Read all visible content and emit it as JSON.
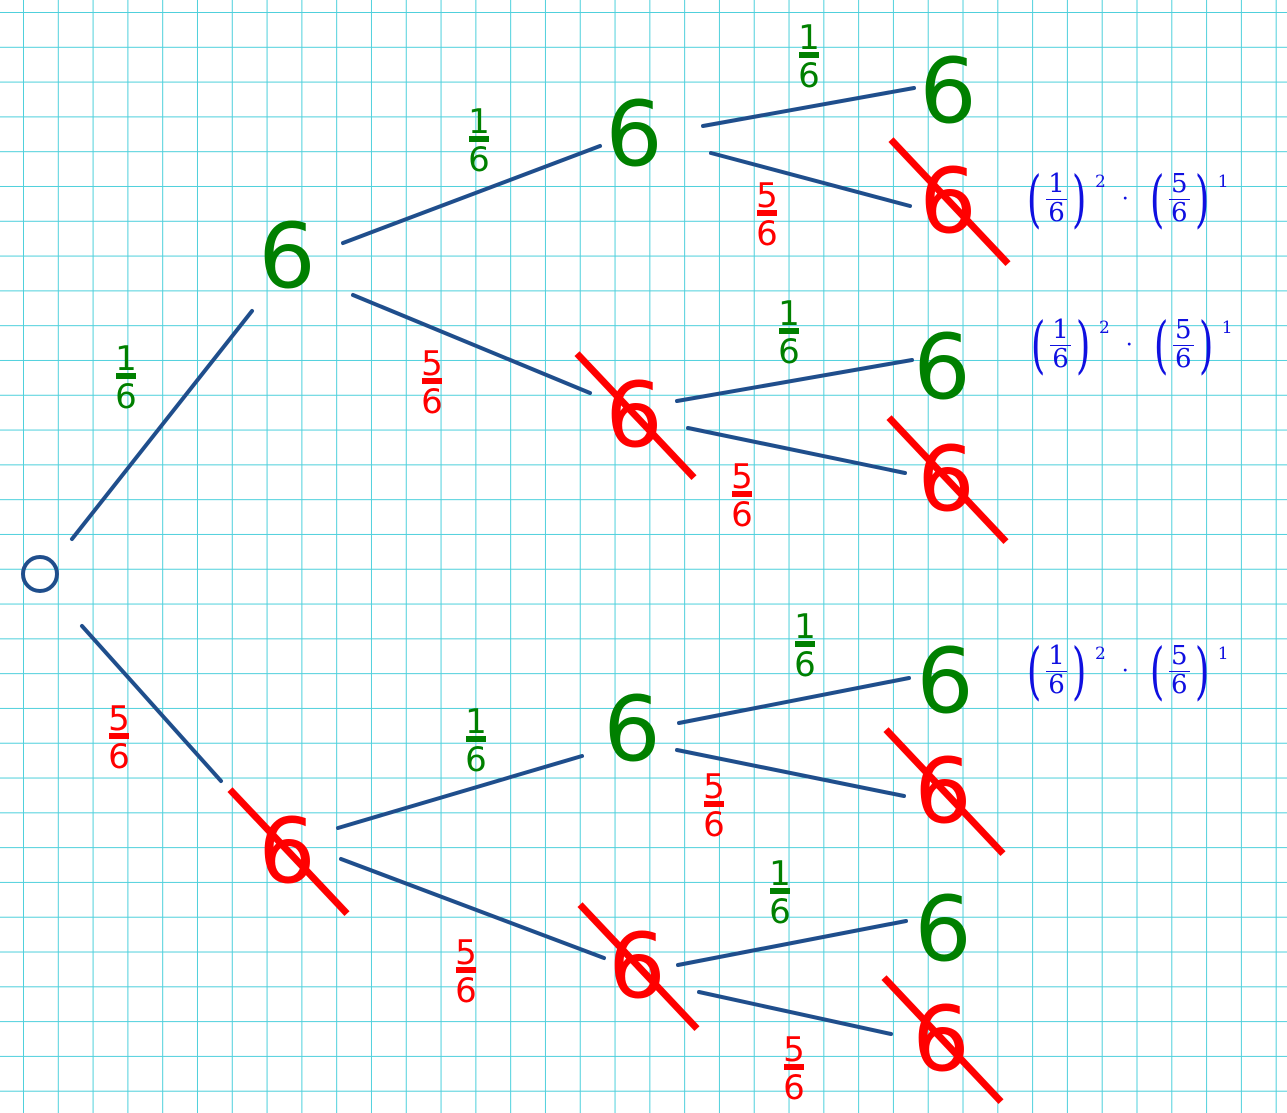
{
  "colors": {
    "success": "#008000",
    "failure": "#ff0000",
    "branch": "#1f4e8c",
    "root": "#1f4e8c",
    "formula": "#1010e0",
    "grid": "#4fd0dc"
  },
  "symbols": {
    "six": "6",
    "success_probability": {
      "numerator": "1",
      "denominator": "6"
    },
    "failure_probability": {
      "numerator": "5",
      "denominator": "6"
    }
  },
  "formulas": [
    {
      "base1": {
        "numerator": "1",
        "denominator": "6"
      },
      "exponent1": "2",
      "operator": "·",
      "base2": {
        "numerator": "5",
        "denominator": "6"
      },
      "exponent2": "1"
    },
    {
      "base1": {
        "numerator": "1",
        "denominator": "6"
      },
      "exponent1": "2",
      "operator": "·",
      "base2": {
        "numerator": "5",
        "denominator": "6"
      },
      "exponent2": "1"
    },
    {
      "base1": {
        "numerator": "1",
        "denominator": "6"
      },
      "exponent1": "2",
      "operator": "·",
      "base2": {
        "numerator": "5",
        "denominator": "6"
      },
      "exponent2": "1"
    }
  ]
}
